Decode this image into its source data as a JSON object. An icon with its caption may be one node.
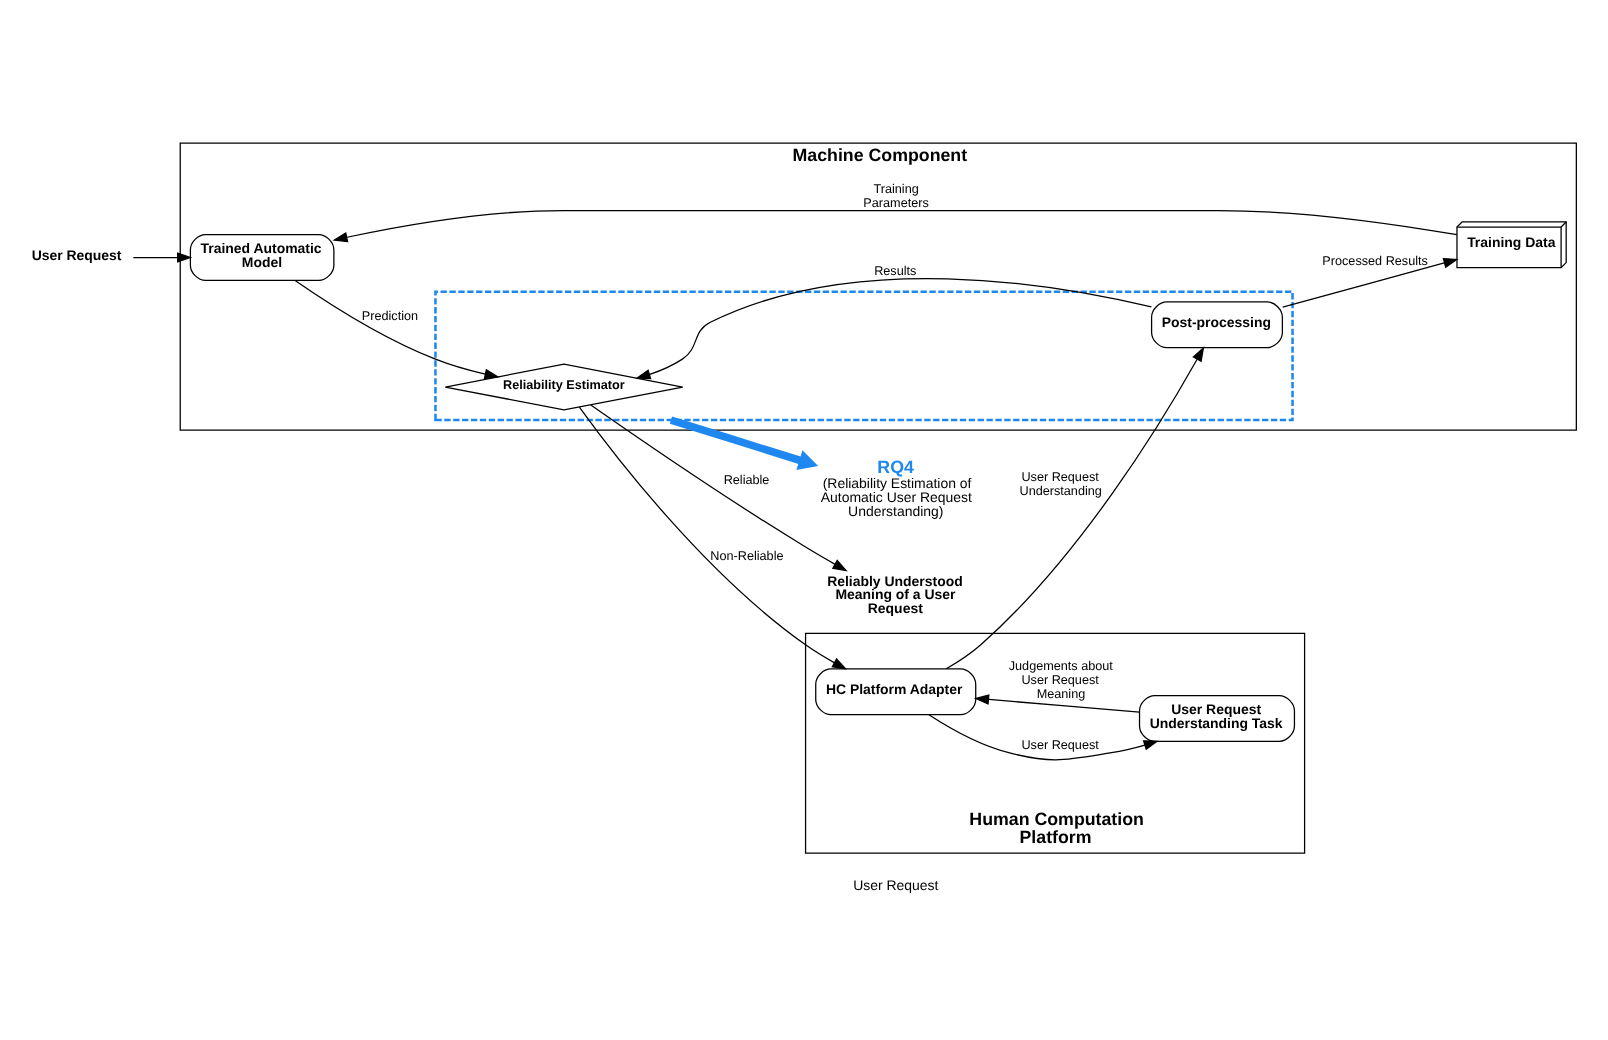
{
  "diagram": {
    "nodes": [
      {
        "text": [
          "Machine Component"
        ]
      },
      {
        "text": [
          "Trained Automatic Model"
        ],
        "in": 0
      },
      {
        "text": [
          "Training Data"
        ],
        "in": 0
      },
      {
        "text": [],
        "shape": "box",
        "in": 0
      },
      {
        "text": [
          "Reliability Estimator"
        ],
        "in": 3
      },
      {
        "text": [
          "Post-processing"
        ],
        "in": 3
      },
      {
        "text": [
          "User Request"
        ]
      },
      {
        "text": [
          "RQ4",
          "(Reliability Estimation of Automatic User Request Understanding)"
        ]
      },
      {
        "text": [
          "Reliably Understood Meaning of a User Request"
        ]
      },
      {
        "text": [
          "Human Computation Platform"
        ]
      },
      {
        "text": [
          "HC Platform Adapter"
        ],
        "in": 9
      },
      {
        "text": [
          "User Request Understanding Task"
        ],
        "in": 9
      }
    ],
    "edges": [
      {
        "from": 6,
        "to": 1,
        "arrow": "to"
      },
      {
        "from": 1,
        "to": 4,
        "arrow": "to",
        "label": "Prediction"
      },
      {
        "from": 2,
        "to": 1,
        "arrow": "to",
        "label": "Training Parameters"
      },
      {
        "from": 5,
        "to": 4,
        "arrow": "to",
        "label": "Results"
      },
      {
        "from": 5,
        "to": 2,
        "arrow": "to",
        "label": "Processed Results"
      },
      {
        "from": 4,
        "to": 8,
        "arrow": "to",
        "label": "Reliable"
      },
      {
        "from": 4,
        "to": 10,
        "arrow": "to",
        "label": "Non-Reliable"
      },
      {
        "from": 10,
        "to": 5,
        "arrow": "to",
        "label": "User Request Understanding"
      },
      {
        "from": 10,
        "to": 11,
        "arrow": "to",
        "label": "User Request"
      },
      {
        "from": 11,
        "to": 10,
        "arrow": "to",
        "label": "Judgements about User Request Meaning"
      },
      {
        "from": 3,
        "to": 7,
        "arrow": "to",
        "style": "thick",
        "color": "#1e88f0"
      }
    ],
    "labels": [
      "User Request"
    ]
  }
}
